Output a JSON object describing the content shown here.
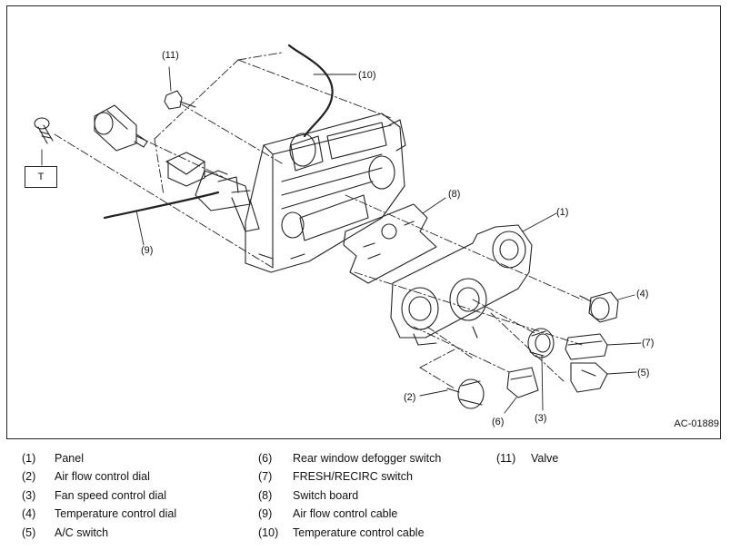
{
  "figure_code": "AC-01889",
  "bolt_box_label": "T",
  "callouts": [
    "(1)",
    "(2)",
    "(3)",
    "(4)",
    "(5)",
    "(6)",
    "(7)",
    "(8)",
    "(9)",
    "(10)",
    "(11)"
  ],
  "legend": [
    {
      "num": "(1)",
      "text": "Panel"
    },
    {
      "num": "(2)",
      "text": "Air flow control dial"
    },
    {
      "num": "(3)",
      "text": "Fan speed control dial"
    },
    {
      "num": "(4)",
      "text": "Temperature control dial"
    },
    {
      "num": "(5)",
      "text": "A/C switch"
    },
    {
      "num": "(6)",
      "text": "Rear window defogger switch"
    },
    {
      "num": "(7)",
      "text": "FRESH/RECIRC switch"
    },
    {
      "num": "(8)",
      "text": "Switch board"
    },
    {
      "num": "(9)",
      "text": "Air flow control cable"
    },
    {
      "num": "(10)",
      "text": "Temperature control cable"
    },
    {
      "num": "(11)",
      "text": "Valve"
    }
  ]
}
